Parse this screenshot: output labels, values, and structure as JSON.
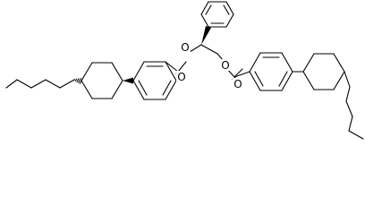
{
  "structure": {
    "atom_labels": {
      "ester1_carbonyl_o": "O",
      "ester1_ether_o": "O",
      "ester2_carbonyl_o": "O",
      "ester2_ether_o": "O"
    }
  }
}
